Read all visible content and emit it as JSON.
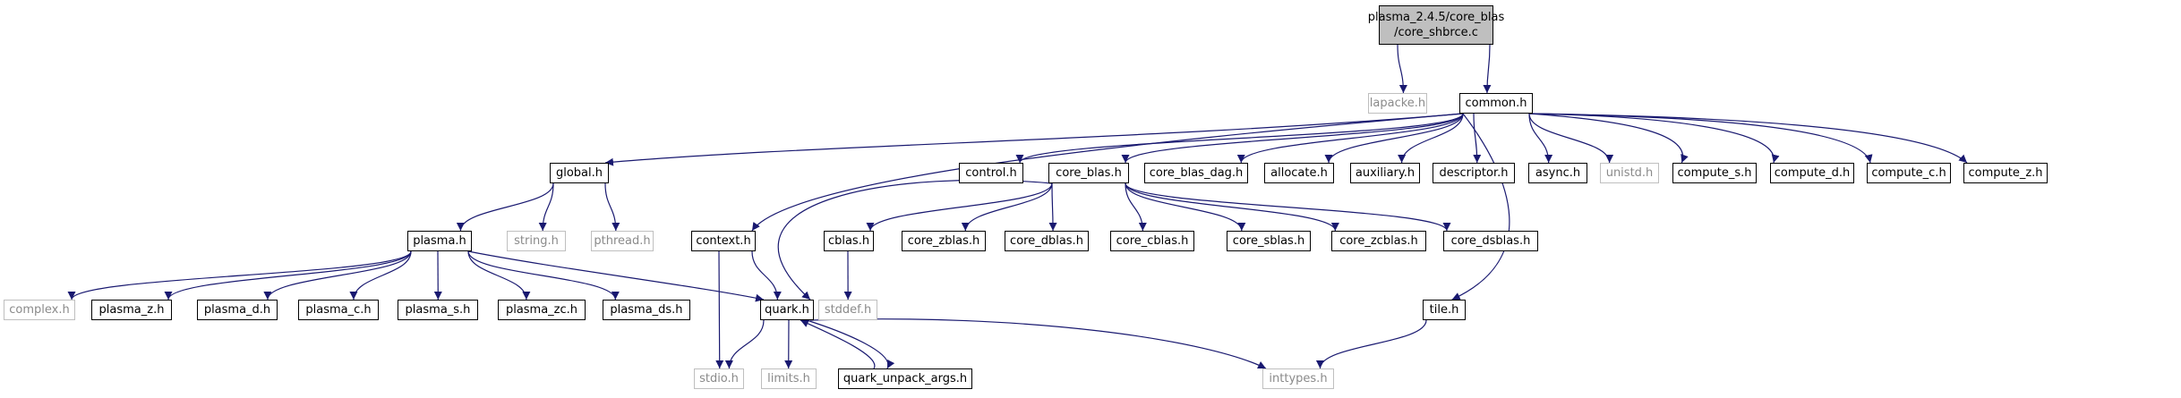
{
  "graph": {
    "title_lines": [
      "plasma_2.4.5/core_blas",
      "/core_shbrce.c"
    ],
    "colors": {
      "edge": "#191970",
      "node_border": "#000000",
      "external_border": "#bfbfbf",
      "external_text": "#8a8a8a",
      "root_fill": "#bfbfbf"
    },
    "nodes": {
      "root": {
        "label": "plasma_2.4.5/core_blas\n/core_shbrce.c",
        "external": false
      },
      "lapacke": {
        "label": "lapacke.h",
        "external": true
      },
      "common": {
        "label": "common.h",
        "external": false
      },
      "global": {
        "label": "global.h",
        "external": false
      },
      "control": {
        "label": "control.h",
        "external": false
      },
      "core_blas": {
        "label": "core_blas.h",
        "external": false
      },
      "core_blas_dag": {
        "label": "core_blas_dag.h",
        "external": false
      },
      "allocate": {
        "label": "allocate.h",
        "external": false
      },
      "auxiliary": {
        "label": "auxiliary.h",
        "external": false
      },
      "descriptor": {
        "label": "descriptor.h",
        "external": false
      },
      "async": {
        "label": "async.h",
        "external": false
      },
      "unistd": {
        "label": "unistd.h",
        "external": true
      },
      "compute_s": {
        "label": "compute_s.h",
        "external": false
      },
      "compute_d": {
        "label": "compute_d.h",
        "external": false
      },
      "compute_c": {
        "label": "compute_c.h",
        "external": false
      },
      "compute_z": {
        "label": "compute_z.h",
        "external": false
      },
      "plasma": {
        "label": "plasma.h",
        "external": false
      },
      "string": {
        "label": "string.h",
        "external": true
      },
      "pthread": {
        "label": "pthread.h",
        "external": true
      },
      "context": {
        "label": "context.h",
        "external": false
      },
      "cblas": {
        "label": "cblas.h",
        "external": false
      },
      "core_zblas": {
        "label": "core_zblas.h",
        "external": false
      },
      "core_dblas": {
        "label": "core_dblas.h",
        "external": false
      },
      "core_cblas": {
        "label": "core_cblas.h",
        "external": false
      },
      "core_sblas": {
        "label": "core_sblas.h",
        "external": false
      },
      "core_zcblas": {
        "label": "core_zcblas.h",
        "external": false
      },
      "core_dsblas": {
        "label": "core_dsblas.h",
        "external": false
      },
      "complex": {
        "label": "complex.h",
        "external": true
      },
      "plasma_z": {
        "label": "plasma_z.h",
        "external": false
      },
      "plasma_d": {
        "label": "plasma_d.h",
        "external": false
      },
      "plasma_c": {
        "label": "plasma_c.h",
        "external": false
      },
      "plasma_s": {
        "label": "plasma_s.h",
        "external": false
      },
      "plasma_zc": {
        "label": "plasma_zc.h",
        "external": false
      },
      "plasma_ds": {
        "label": "plasma_ds.h",
        "external": false
      },
      "quark": {
        "label": "quark.h",
        "external": false
      },
      "stddef": {
        "label": "stddef.h",
        "external": true
      },
      "tile": {
        "label": "tile.h",
        "external": false
      },
      "stdio": {
        "label": "stdio.h",
        "external": true
      },
      "limits": {
        "label": "limits.h",
        "external": true
      },
      "quark_unpack_args": {
        "label": "quark_unpack_args.h",
        "external": false
      },
      "inttypes": {
        "label": "inttypes.h",
        "external": true
      }
    },
    "edges": [
      [
        "root",
        "lapacke"
      ],
      [
        "root",
        "common"
      ],
      [
        "common",
        "global"
      ],
      [
        "common",
        "control"
      ],
      [
        "common",
        "core_blas"
      ],
      [
        "common",
        "core_blas_dag"
      ],
      [
        "common",
        "allocate"
      ],
      [
        "common",
        "auxiliary"
      ],
      [
        "common",
        "descriptor"
      ],
      [
        "common",
        "async"
      ],
      [
        "common",
        "unistd"
      ],
      [
        "common",
        "compute_s"
      ],
      [
        "common",
        "compute_d"
      ],
      [
        "common",
        "compute_c"
      ],
      [
        "common",
        "compute_z"
      ],
      [
        "common",
        "context"
      ],
      [
        "common",
        "tile"
      ],
      [
        "global",
        "plasma"
      ],
      [
        "global",
        "string"
      ],
      [
        "global",
        "pthread"
      ],
      [
        "plasma",
        "complex"
      ],
      [
        "plasma",
        "plasma_z"
      ],
      [
        "plasma",
        "plasma_d"
      ],
      [
        "plasma",
        "plasma_c"
      ],
      [
        "plasma",
        "plasma_s"
      ],
      [
        "plasma",
        "plasma_zc"
      ],
      [
        "plasma",
        "plasma_ds"
      ],
      [
        "plasma",
        "quark"
      ],
      [
        "core_blas",
        "cblas"
      ],
      [
        "core_blas",
        "core_zblas"
      ],
      [
        "core_blas",
        "core_dblas"
      ],
      [
        "core_blas",
        "core_cblas"
      ],
      [
        "core_blas",
        "core_sblas"
      ],
      [
        "core_blas",
        "core_zcblas"
      ],
      [
        "core_blas",
        "core_dsblas"
      ],
      [
        "core_blas",
        "quark"
      ],
      [
        "context",
        "quark"
      ],
      [
        "context",
        "stdio"
      ],
      [
        "cblas",
        "stddef"
      ],
      [
        "quark",
        "stdio"
      ],
      [
        "quark",
        "limits"
      ],
      [
        "quark",
        "quark_unpack_args"
      ],
      [
        "quark",
        "inttypes"
      ],
      [
        "quark_unpack_args",
        "quark"
      ],
      [
        "tile",
        "inttypes"
      ]
    ]
  }
}
